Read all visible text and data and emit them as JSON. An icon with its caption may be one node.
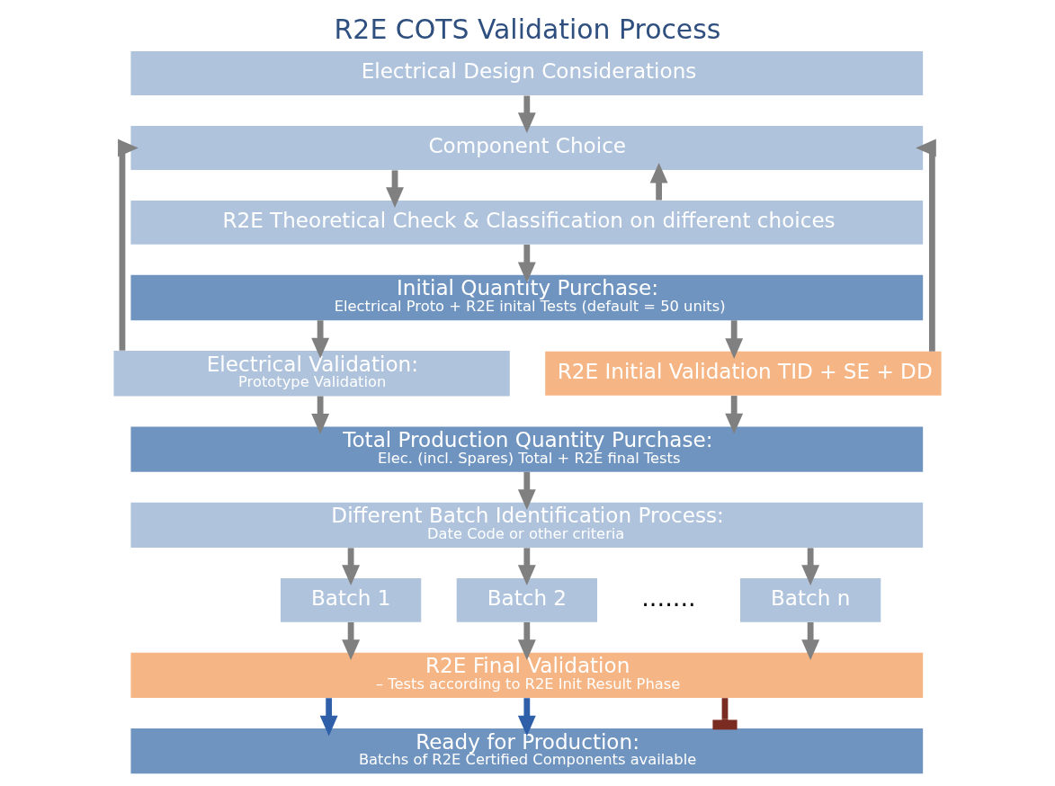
{
  "diagram": {
    "title": "R2E COTS Validation Process",
    "nodes": [
      {
        "text": [
          "Electrical Design Considerations"
        ]
      },
      {
        "text": [
          "Component Choice"
        ]
      },
      {
        "text": [
          "R2E Theoretical Check & Classification on different choices"
        ]
      },
      {
        "text": [
          "Initial Quantity Purchase:",
          "Electrical Proto + R2E inital Tests (default = 50 units)"
        ]
      },
      {
        "text": [
          "Electrical Validation:",
          "Prototype Validation"
        ]
      },
      {
        "text": [
          "R2E Initial Validation TID + SE + DD"
        ]
      },
      {
        "text": [
          "Total Production Quantity Purchase:",
          "Elec. (incl. Spares) Total + R2E final Tests"
        ]
      },
      {
        "text": [
          "Different Batch Identification Process:",
          "Date Code or other criteria"
        ]
      },
      {
        "text": [
          "Batch 1"
        ]
      },
      {
        "text": [
          "Batch 2"
        ]
      },
      {
        "text": [
          "Batch n"
        ]
      },
      {
        "text": [
          "R2E Final Validation",
          "– Tests according to R2E Init Result Phase"
        ]
      },
      {
        "text": [
          "Ready for Production:",
          "Batchs of R2E Certified Components available"
        ]
      }
    ],
    "edges": [
      {
        "from": 0,
        "to": 1,
        "arrow": "to"
      },
      {
        "from": 1,
        "to": 2,
        "arrow": "to"
      },
      {
        "from": 2,
        "to": 3,
        "arrow": "to"
      },
      {
        "from": 2,
        "to": 1,
        "arrow": "to"
      },
      {
        "from": 3,
        "to": 4,
        "arrow": "to"
      },
      {
        "from": 3,
        "to": 5,
        "arrow": "to"
      },
      {
        "from": 4,
        "to": 1,
        "arrow": "to"
      },
      {
        "from": 5,
        "to": 1,
        "arrow": "to"
      },
      {
        "from": 4,
        "to": 6,
        "arrow": "to"
      },
      {
        "from": 5,
        "to": 6,
        "arrow": "to"
      },
      {
        "from": 6,
        "to": 7,
        "arrow": "to"
      },
      {
        "from": 7,
        "to": 8,
        "arrow": "to"
      },
      {
        "from": 7,
        "to": 9,
        "arrow": "to"
      },
      {
        "from": 7,
        "to": 10,
        "arrow": "to"
      },
      {
        "from": 8,
        "to": 11,
        "arrow": "to"
      },
      {
        "from": 9,
        "to": 11,
        "arrow": "to"
      },
      {
        "from": 10,
        "to": 11,
        "arrow": "to"
      },
      {
        "from": 11,
        "to": 12,
        "arrow": "to",
        "color": "#2e5fa8"
      },
      {
        "from": 11,
        "to": 12,
        "arrow": "to",
        "color": "#2e5fa8"
      },
      {
        "from": 11,
        "to": 12,
        "arrow": "other",
        "color": "#7b2c22"
      }
    ],
    "labels": [
      "......."
    ]
  }
}
